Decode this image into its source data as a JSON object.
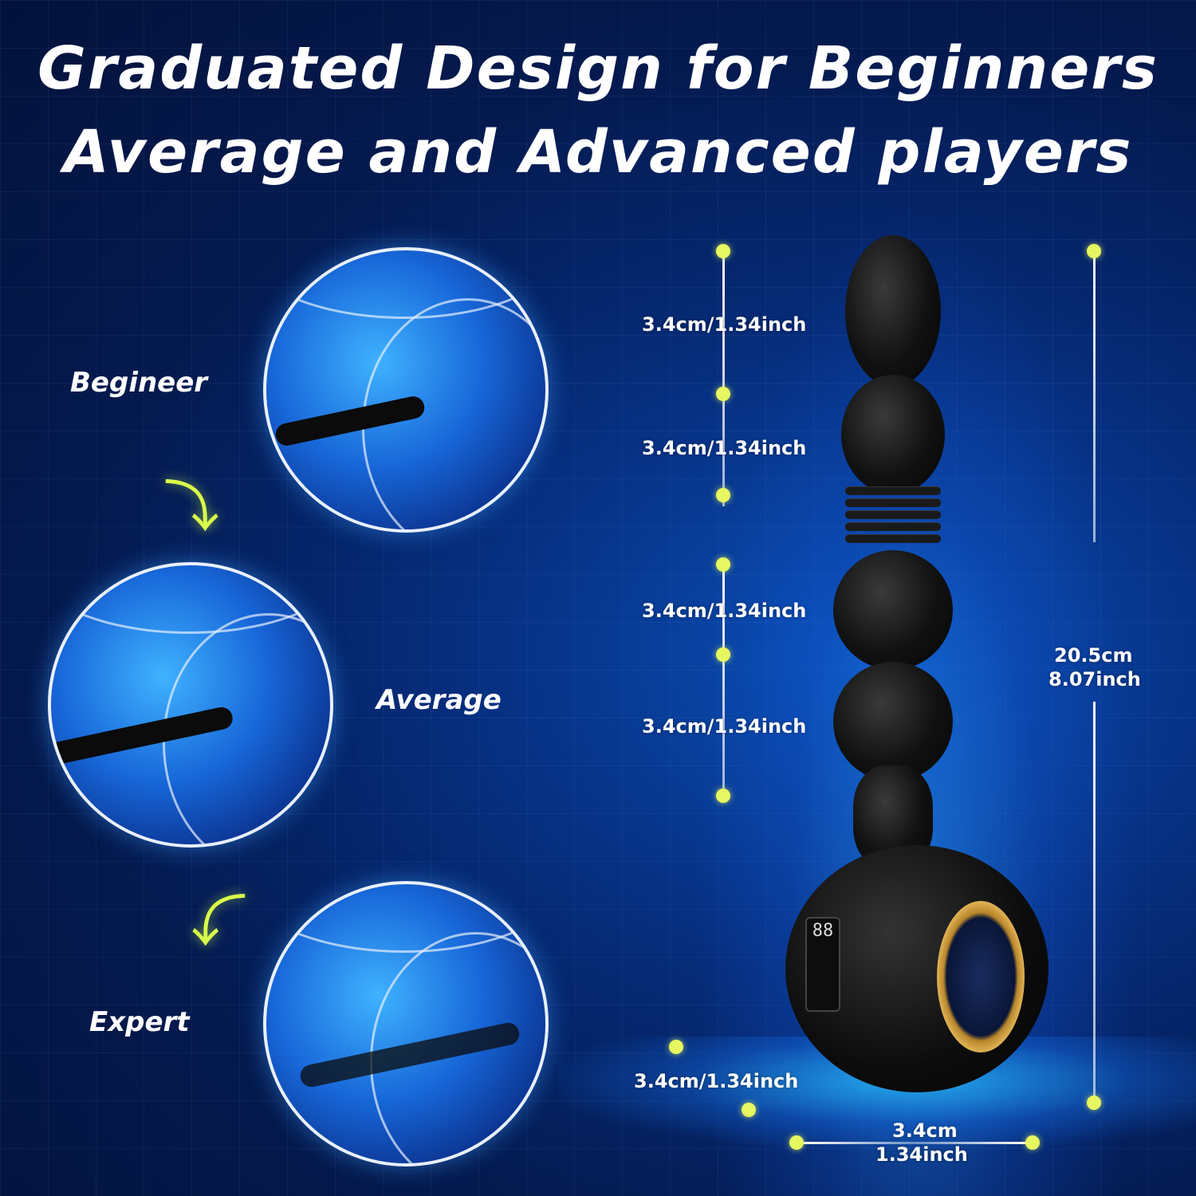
{
  "title": {
    "line1": "Graduated Design for Beginners",
    "line2": "Average and Advanced players"
  },
  "stages": [
    {
      "label": "Begineer"
    },
    {
      "label": "Average"
    },
    {
      "label": "Expert"
    }
  ],
  "dimensions": {
    "segments": [
      "3.4cm/1.34inch",
      "3.4cm/1.34inch",
      "3.4cm/1.34inch",
      "3.4cm/1.34inch"
    ],
    "total_length": {
      "cm": "20.5cm",
      "inch": "8.07inch"
    },
    "handle_depth": "3.4cm/1.34inch",
    "base_width": {
      "cm": "3.4cm",
      "inch": "1.34inch"
    }
  },
  "display": {
    "digits": "88"
  },
  "colors": {
    "background": "#041a4f",
    "accent_dot": "#e6f760",
    "arrow": "#d9ff4a",
    "gold": "#d9a441"
  }
}
